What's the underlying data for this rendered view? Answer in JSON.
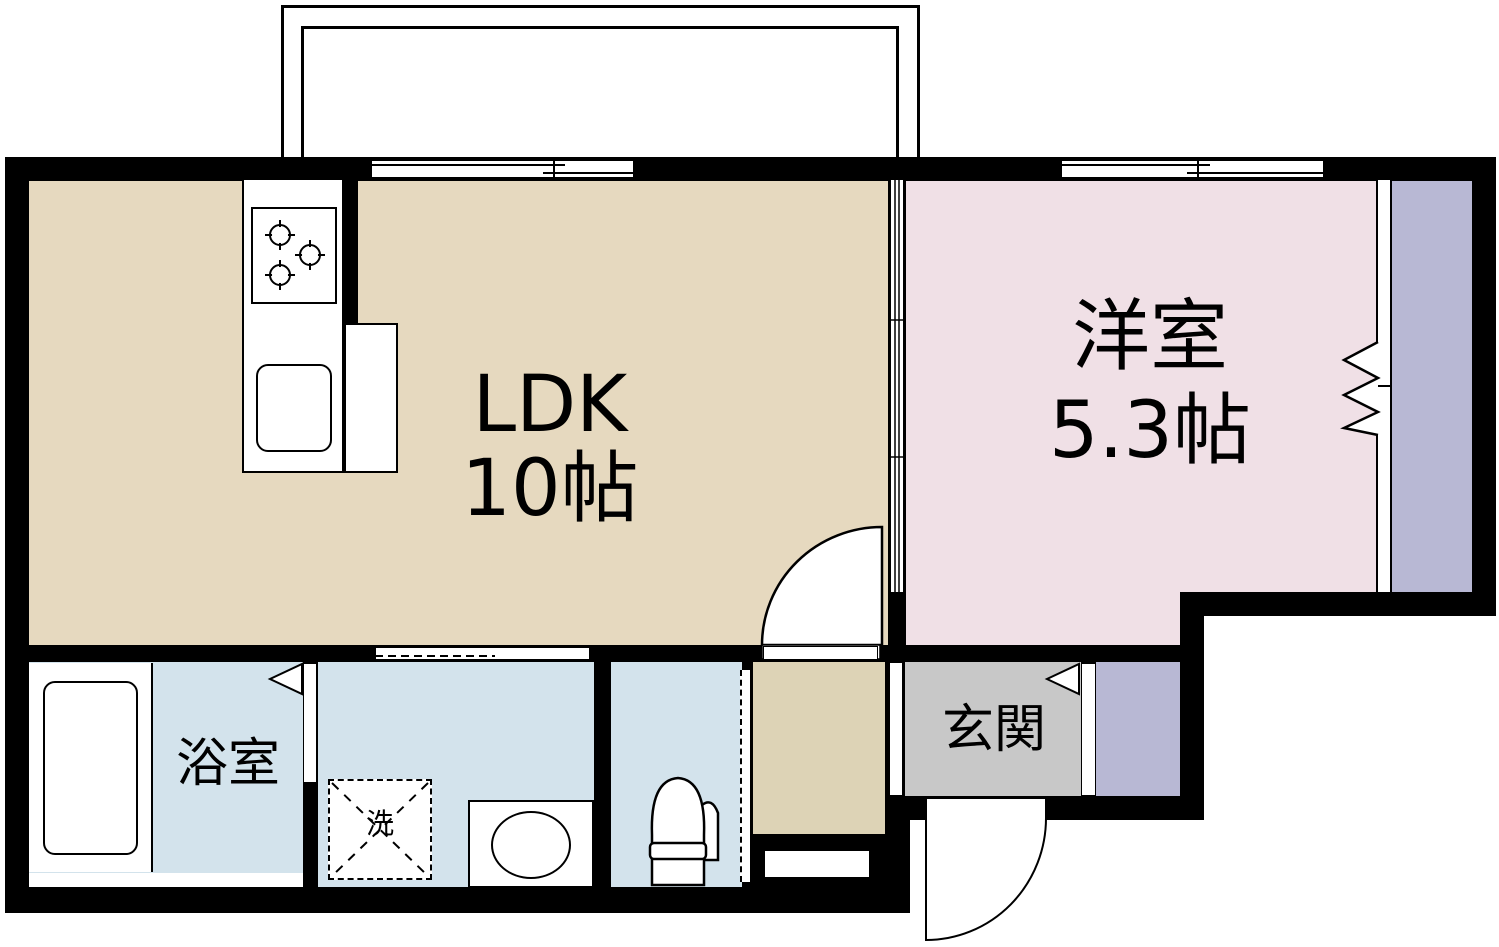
{
  "floorplan": {
    "colors": {
      "wall": "#000000",
      "ldk": "#e6d9bf",
      "western_room": "#f0e0e6",
      "wet_area": "#d3e3ec",
      "entrance": "#c8c8c8",
      "storage": "#b8b8d4",
      "hall": "#ddd3b6",
      "fixture": "#ffffff"
    },
    "rooms": {
      "ldk": {
        "name": "LDK",
        "size": "10帖"
      },
      "western": {
        "name": "洋室",
        "size": "5.3帖"
      },
      "bathroom": {
        "name": "浴室"
      },
      "entrance": {
        "name": "玄関"
      },
      "washer": {
        "name": "洗"
      }
    },
    "fixtures": [
      "balcony",
      "kitchen-stove",
      "kitchen-sink",
      "bathtub",
      "washbasin",
      "toilet",
      "closet",
      "shoe-storage"
    ]
  }
}
